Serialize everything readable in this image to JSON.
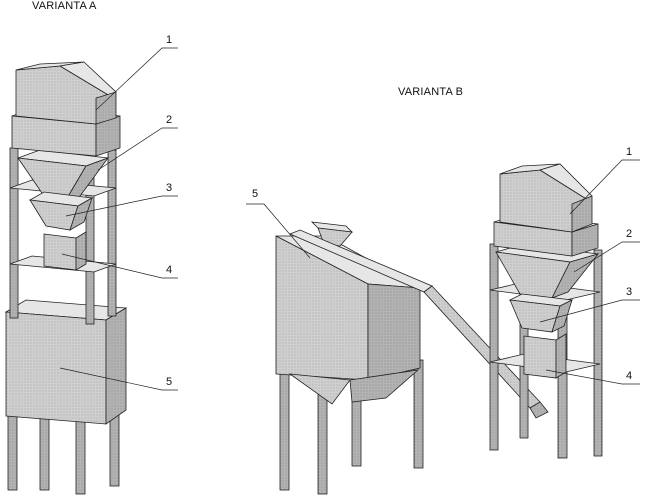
{
  "variant_a": {
    "title": "VARIANTA A",
    "callouts": [
      "1",
      "2",
      "3",
      "4",
      "5"
    ]
  },
  "variant_b": {
    "title": "VARIANTA B",
    "callouts": [
      "1",
      "2",
      "3",
      "4",
      "5"
    ]
  },
  "colors": {
    "line": "#222222",
    "front_face": "#cfcfcf",
    "side_face": "#a9a9a9",
    "top_face": "#e6e6e6"
  }
}
